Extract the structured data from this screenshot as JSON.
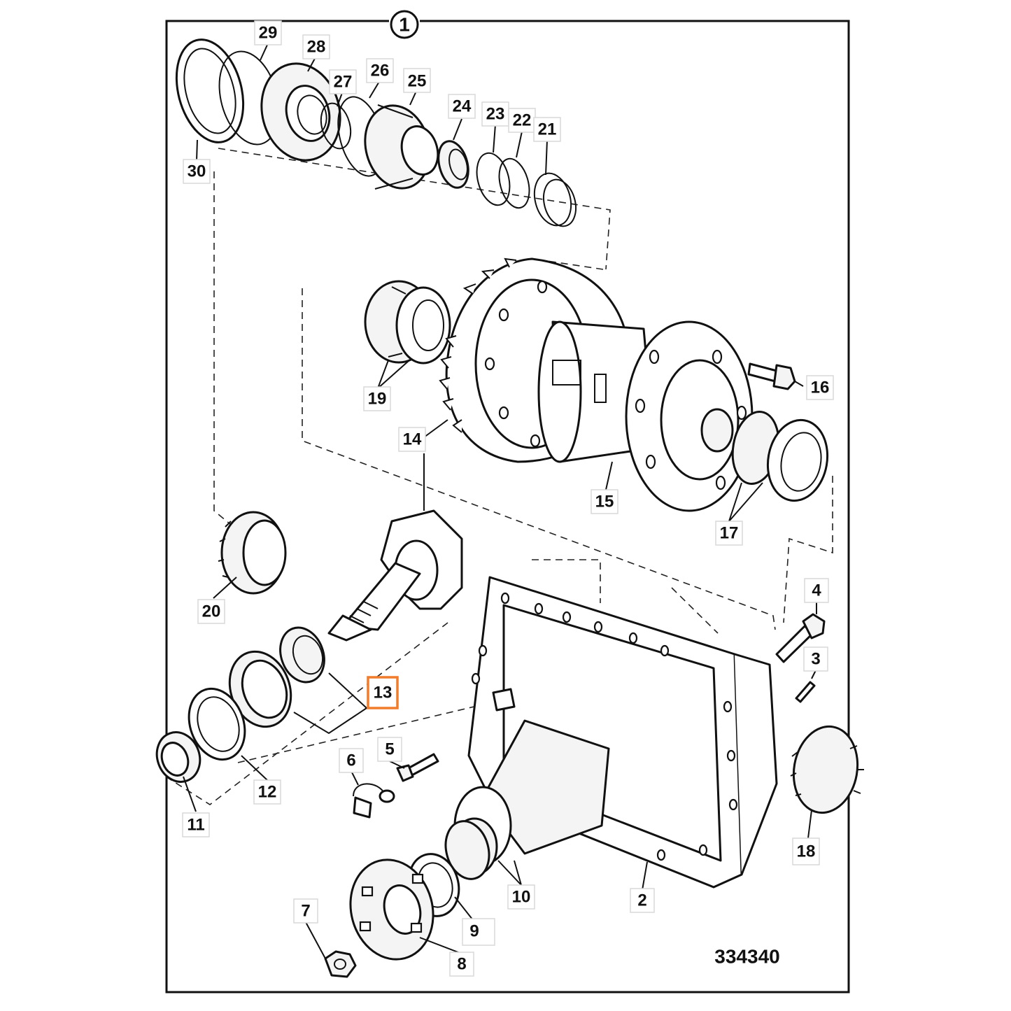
{
  "diagram": {
    "assembly_number": "1",
    "drawing_number": "334340",
    "highlight_color": "#f07c2c",
    "callouts": [
      "30",
      "29",
      "28",
      "27",
      "26",
      "25",
      "24",
      "23",
      "22",
      "21",
      "19",
      "14",
      "16",
      "15",
      "17",
      "20",
      "13",
      "4",
      "3",
      "12",
      "11",
      "6",
      "5",
      "10",
      "7",
      "9",
      "8",
      "2",
      "18"
    ],
    "highlighted_callout": "13"
  }
}
